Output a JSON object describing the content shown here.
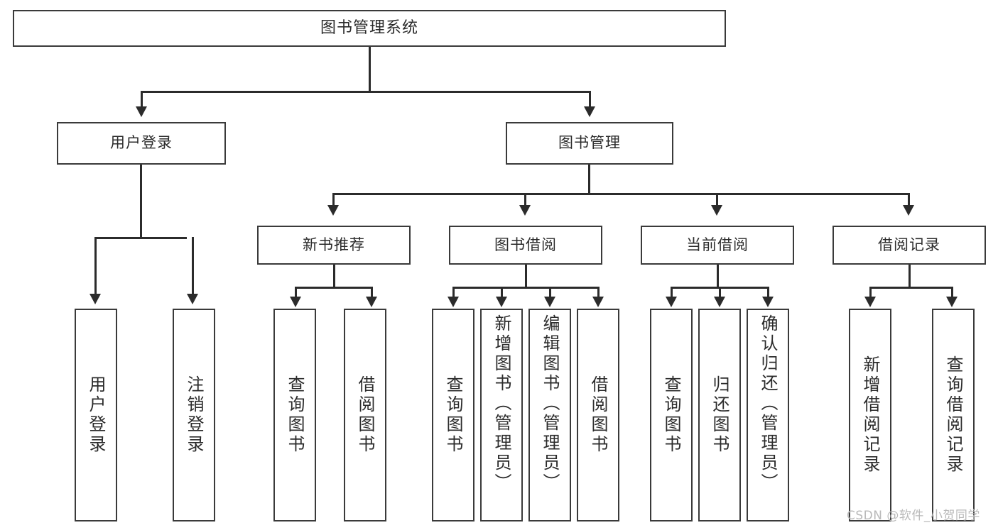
{
  "diagram": {
    "title": "图书管理系统",
    "type": "tree-hierarchy-chart",
    "root": {
      "label": "图书管理系统"
    },
    "level2": [
      {
        "label": "用户登录"
      },
      {
        "label": "图书管理"
      }
    ],
    "level3": [
      {
        "label": "新书推荐"
      },
      {
        "label": "图书借阅"
      },
      {
        "label": "当前借阅"
      },
      {
        "label": "借阅记录"
      }
    ],
    "leaves": {
      "user_login": [
        {
          "label": "用户登录"
        },
        {
          "label": "注销登录"
        }
      ],
      "new_book_recommend": [
        {
          "label": "查询图书"
        },
        {
          "label": "借阅图书"
        }
      ],
      "book_borrow": [
        {
          "label": "查询图书"
        },
        {
          "label": "新增图书（管理员）"
        },
        {
          "label": "编辑图书（管理员）"
        },
        {
          "label": "借阅图书"
        }
      ],
      "current_borrow": [
        {
          "label": "查询图书"
        },
        {
          "label": "归还图书"
        },
        {
          "label": "确认归还（管理员）"
        }
      ],
      "borrow_record": [
        {
          "label": "新增借阅记录"
        },
        {
          "label": "查询借阅记录"
        }
      ]
    }
  },
  "watermark": {
    "text": "CSDN @软件_小贺同学"
  },
  "colors": {
    "stroke": "#3a3a3a",
    "line": "#2b2b2b",
    "background": "#ffffff",
    "watermark": "#b9b9b9"
  }
}
